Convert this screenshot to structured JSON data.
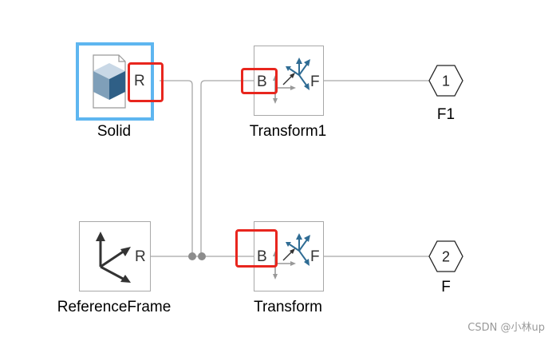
{
  "blocks": {
    "solid": {
      "label": "Solid",
      "port_r": "R"
    },
    "reference_frame": {
      "label": "ReferenceFrame",
      "port_r": "R"
    },
    "transform1": {
      "label": "Transform1",
      "port_b": "B",
      "port_f": "F"
    },
    "transform": {
      "label": "Transform",
      "port_b": "B",
      "port_f": "F"
    }
  },
  "outports": [
    {
      "number": "1",
      "label": "F1"
    },
    {
      "number": "2",
      "label": "F"
    }
  ],
  "watermark": "CSDN @小林up",
  "colors": {
    "selection": "#5eb6f0",
    "highlight": "#e8261e",
    "line": "#a8a8a8",
    "frame_blue": "#2f6c94"
  }
}
